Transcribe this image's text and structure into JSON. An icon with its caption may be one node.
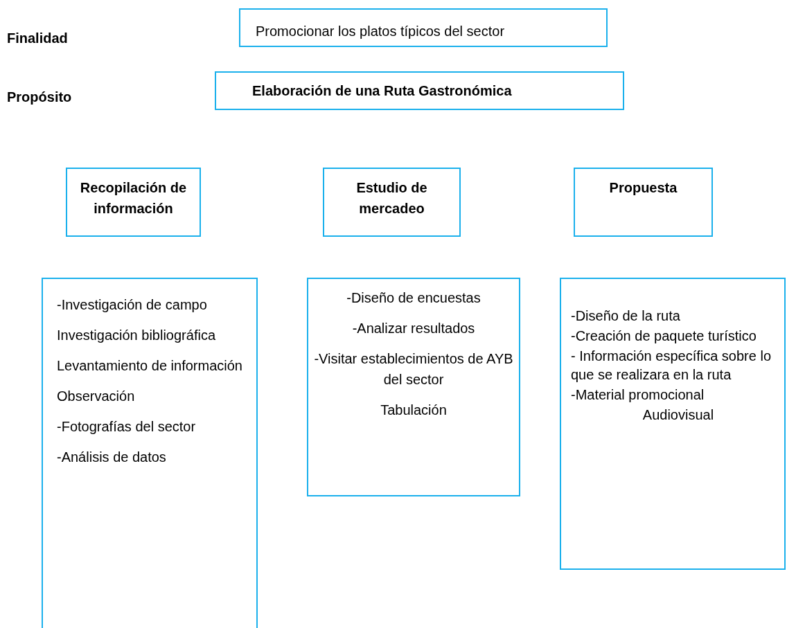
{
  "diagram": {
    "nodes": [
      {
        "text": [
          "Promocionar los platos típicos del sector"
        ]
      },
      {
        "text": [
          "Elaboración de una Ruta Gastronómica"
        ]
      },
      {
        "text": [
          "Recopilación de información"
        ]
      },
      {
        "text": [
          "Estudio de mercadeo"
        ]
      },
      {
        "text": [
          "Propuesta"
        ]
      },
      {
        "text": [
          "-Investigación de campo",
          "Investigación bibliográfica",
          "Levantamiento de información",
          "Observación",
          "-Fotografías del sector",
          "-Análisis de datos"
        ]
      },
      {
        "text": [
          "-Diseño de encuestas",
          "-Analizar resultados",
          "-Visitar establecimientos de AYB del sector",
          "Tabulación"
        ]
      },
      {
        "text": [
          "-Diseño de la ruta",
          "-Creación de paquete turístico",
          "- Información específica sobre lo que se realizara en la ruta",
          "-Material promocional",
          "Audiovisual"
        ]
      }
    ],
    "labels": [
      "Finalidad",
      "Propósito"
    ]
  }
}
